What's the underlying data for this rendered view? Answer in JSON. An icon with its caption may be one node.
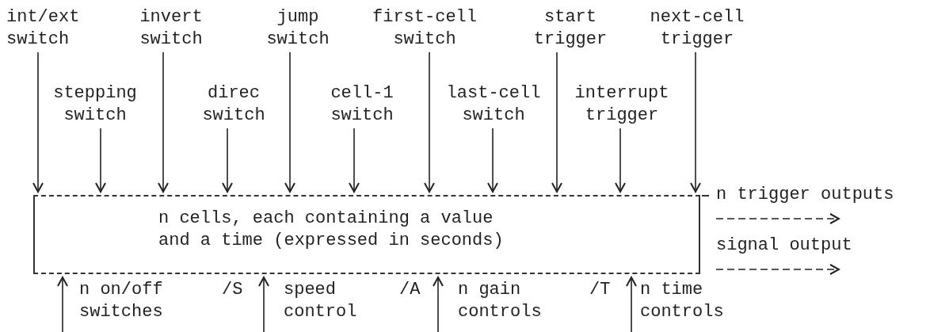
{
  "diagram": {
    "nodes": [
      {
        "text": [
          "int/ext switch"
        ]
      },
      {
        "text": [
          "invert switch"
        ]
      },
      {
        "text": [
          "jump switch"
        ]
      },
      {
        "text": [
          "first-cell switch"
        ]
      },
      {
        "text": [
          "start trigger"
        ]
      },
      {
        "text": [
          "next-cell trigger"
        ]
      },
      {
        "text": [
          "stepping switch"
        ]
      },
      {
        "text": [
          "direc switch"
        ]
      },
      {
        "text": [
          "cell-1 switch"
        ]
      },
      {
        "text": [
          "last-cell switch"
        ]
      },
      {
        "text": [
          "interrupt trigger"
        ]
      },
      {
        "text": [
          "n cells, each containing a value and a time (expressed in seconds)"
        ]
      }
    ],
    "edges": [
      {
        "from": 0,
        "to": 11,
        "arrow": "to"
      },
      {
        "from": 1,
        "to": 11,
        "arrow": "to"
      },
      {
        "from": 2,
        "to": 11,
        "arrow": "to"
      },
      {
        "from": 3,
        "to": 11,
        "arrow": "to"
      },
      {
        "from": 4,
        "to": 11,
        "arrow": "to"
      },
      {
        "from": 5,
        "to": 11,
        "arrow": "to"
      },
      {
        "from": 6,
        "to": 11,
        "arrow": "to"
      },
      {
        "from": 7,
        "to": 11,
        "arrow": "to"
      },
      {
        "from": 8,
        "to": 11,
        "arrow": "to"
      },
      {
        "from": 9,
        "to": 11,
        "arrow": "to"
      },
      {
        "from": 10,
        "to": 11,
        "arrow": "to"
      },
      {
        "from": 11,
        "to": null,
        "arrow": "to",
        "style": "dashed",
        "label": "n trigger outputs"
      },
      {
        "from": 11,
        "to": null,
        "arrow": "to",
        "style": "dashed",
        "label": "signal output"
      },
      {
        "from": null,
        "to": 11,
        "arrow": "to",
        "label": "n on/off switches"
      },
      {
        "from": null,
        "to": 11,
        "arrow": "to",
        "label": "speed control"
      },
      {
        "from": null,
        "to": 11,
        "arrow": "to",
        "label": "n gain controls"
      },
      {
        "from": null,
        "to": 11,
        "arrow": "to",
        "label": "n time controls"
      }
    ],
    "labels": [
      "/S",
      "/A",
      "/T"
    ]
  }
}
